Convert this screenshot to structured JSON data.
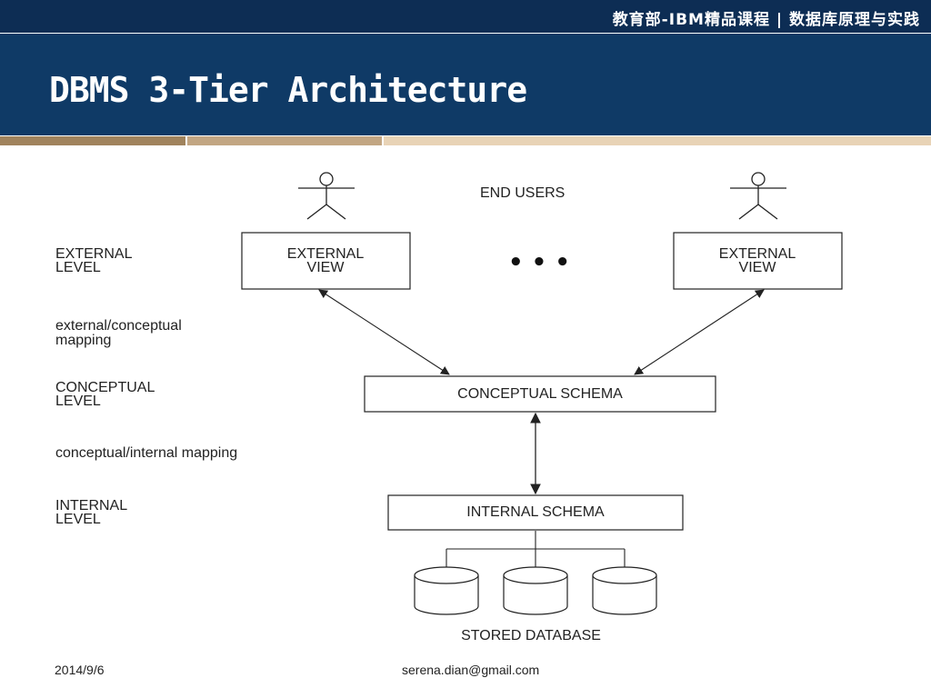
{
  "header": {
    "brand_text": "教育部-IBM精品课程 | 数据库原理与实践",
    "title": "DBMS 3-Tier Architecture"
  },
  "diagram": {
    "end_users": "END USERS",
    "ellipsis": "• • •",
    "level_labels": {
      "external_level": [
        "EXTERNAL",
        "LEVEL"
      ],
      "ext_conc_mapping": [
        "external/conceptual",
        "mapping"
      ],
      "conceptual_level": [
        "CONCEPTUAL",
        "LEVEL"
      ],
      "conc_int_mapping": "conceptual/internal mapping",
      "internal_level": [
        "INTERNAL",
        "LEVEL"
      ]
    },
    "external_view_left": [
      "EXTERNAL",
      "VIEW"
    ],
    "external_view_right": [
      "EXTERNAL",
      "VIEW"
    ],
    "conceptual_schema": "CONCEPTUAL SCHEMA",
    "internal_schema": "INTERNAL SCHEMA",
    "stored_database": "STORED DATABASE"
  },
  "footer": {
    "date": "2014/9/6",
    "email": "serena.dian@gmail.com"
  },
  "colors": {
    "top_bar": "#0d2d54",
    "title_band": "#0f3a66",
    "stripe_dark": "#a0835d",
    "stripe_mid": "#c2a683",
    "stripe_light": "#e8d3b6"
  }
}
